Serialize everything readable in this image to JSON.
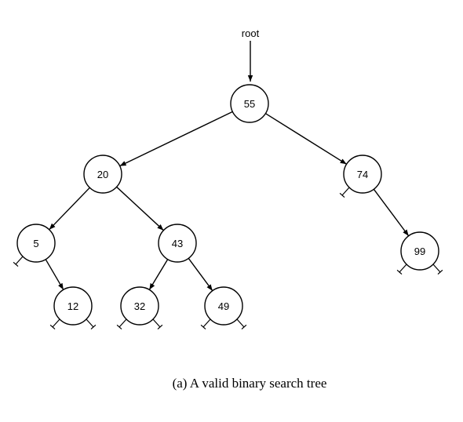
{
  "root_label": "root",
  "caption": "(a) A valid binary search tree",
  "tree": {
    "nodes": [
      {
        "id": "n55",
        "label": "55"
      },
      {
        "id": "n20",
        "label": "20"
      },
      {
        "id": "n74",
        "label": "74"
      },
      {
        "id": "n5",
        "label": "5"
      },
      {
        "id": "n43",
        "label": "43"
      },
      {
        "id": "n99",
        "label": "99"
      },
      {
        "id": "n12",
        "label": "12"
      },
      {
        "id": "n32",
        "label": "32"
      },
      {
        "id": "n49",
        "label": "49"
      }
    ],
    "edges": [
      {
        "from": "n55",
        "to": "n20"
      },
      {
        "from": "n55",
        "to": "n74"
      },
      {
        "from": "n20",
        "to": "n5"
      },
      {
        "from": "n20",
        "to": "n43"
      },
      {
        "from": "n5",
        "to": "n12"
      },
      {
        "from": "n43",
        "to": "n32"
      },
      {
        "from": "n43",
        "to": "n49"
      },
      {
        "from": "n74",
        "to": "n99"
      }
    ],
    "null_pointers": [
      {
        "node": "n74",
        "side": "left"
      },
      {
        "node": "n5",
        "side": "left"
      },
      {
        "node": "n99",
        "side": "left"
      },
      {
        "node": "n99",
        "side": "right"
      },
      {
        "node": "n12",
        "side": "left"
      },
      {
        "node": "n12",
        "side": "right"
      },
      {
        "node": "n32",
        "side": "left"
      },
      {
        "node": "n32",
        "side": "right"
      },
      {
        "node": "n49",
        "side": "left"
      },
      {
        "node": "n49",
        "side": "right"
      }
    ]
  }
}
